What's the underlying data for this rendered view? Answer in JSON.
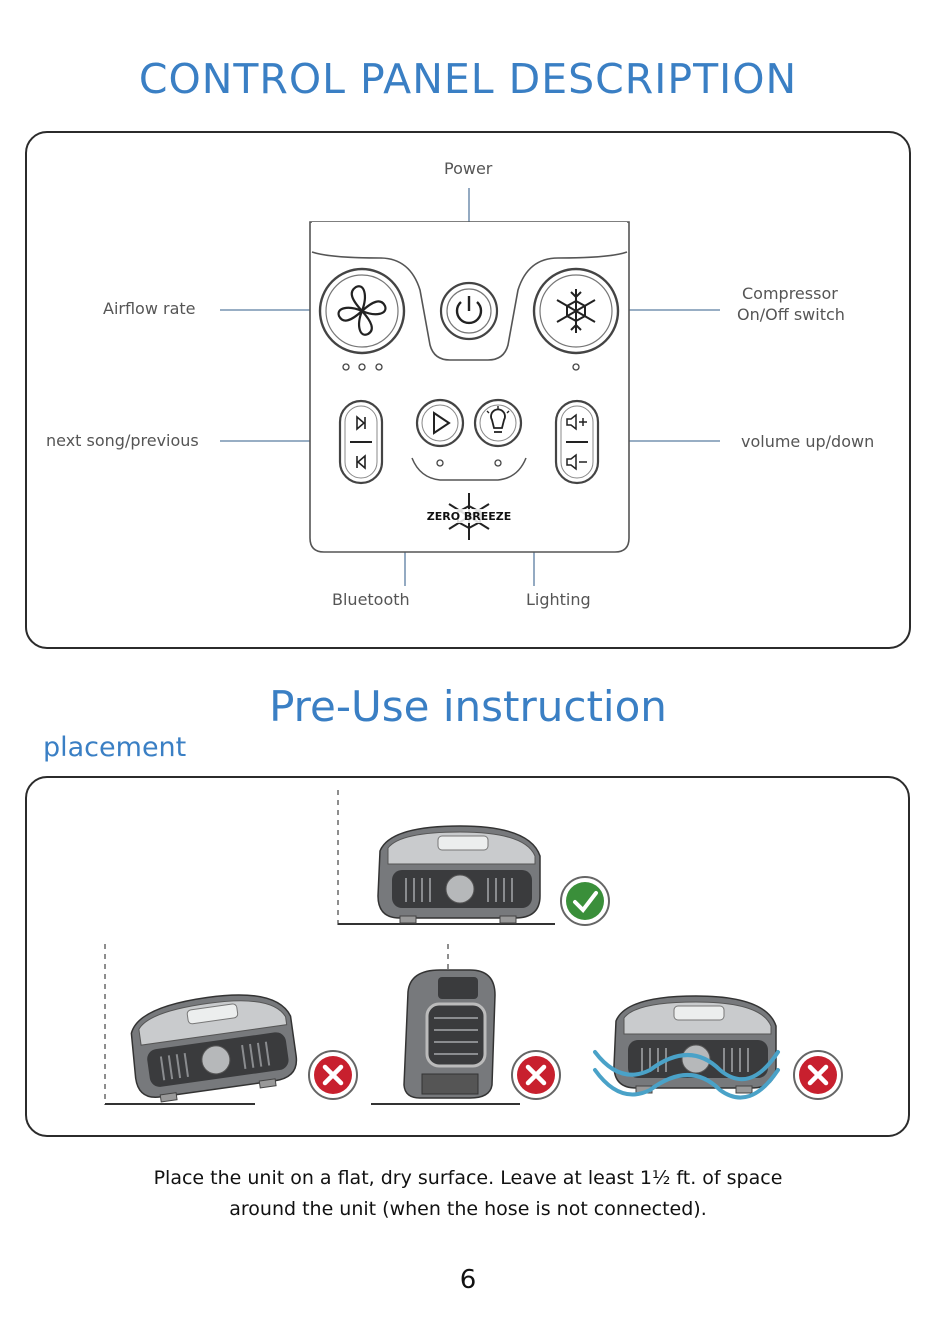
{
  "header": {
    "title": "CONTROL PANEL DESCRIPTION"
  },
  "control_panel": {
    "labels": {
      "power": "Power",
      "airflow": "Airflow rate",
      "compressor_line1": "Compressor",
      "compressor_line2": "On/Off switch",
      "next_song": "next song/previous",
      "volume": "volume up/down",
      "bluetooth": "Bluetooth",
      "lighting": "Lighting"
    },
    "brand_logo_text": "ZERO BREEZE"
  },
  "pre_use": {
    "title": "Pre-Use  instruction",
    "section_label": "placement",
    "correct_icon": "check-icon",
    "incorrect_icon": "cross-icon"
  },
  "instruction": {
    "line1": "Place the unit on a flat, dry surface. Leave at least 1½ ft. of space",
    "line2": "around the unit (when the hose is not connected)."
  },
  "page_number": "6",
  "colors": {
    "accent_blue": "#3a7fc4",
    "check_green": "#3a8f3a",
    "cross_red": "#c8202e",
    "water_blue": "#4aa2c8"
  }
}
